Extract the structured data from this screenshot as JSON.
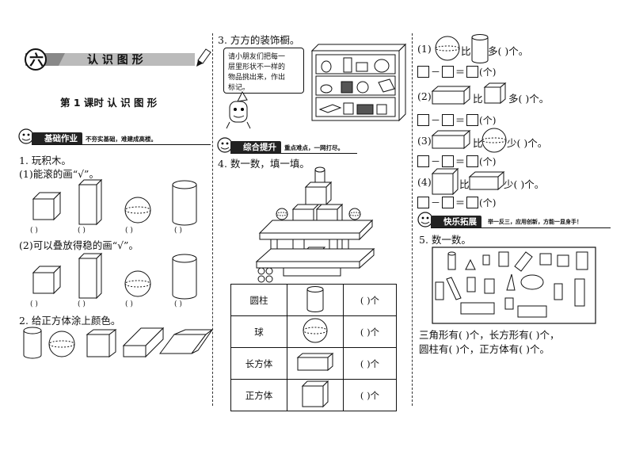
{
  "unit": {
    "number": "六",
    "title": "认 识 图 形"
  },
  "lesson": {
    "title": "第 1 课时   认 识 图 形"
  },
  "sections": {
    "basic": {
      "label": "基础作业",
      "subtitle": "不夯实基础，难建成高楼。"
    },
    "comprehensive": {
      "label": "综合提升",
      "subtitle": "重点难点，一网打尽。"
    },
    "extension": {
      "label": "快乐拓展",
      "subtitle": "举一反三，应用创新，方能一显身手！"
    }
  },
  "q1": {
    "title": "1. 玩积木。",
    "part1": "(1)能滚的画“√”。",
    "part2": "(2)可以叠放得稳的画“√”。",
    "answer_slot": "(    )"
  },
  "q2": {
    "title": "2. 给正方体涂上颜色。"
  },
  "q3": {
    "title": "3. 方方的装饰橱。",
    "bubble": [
      "请小朋友们把每一",
      "层里形状不一样的",
      "物品挑出来，作出",
      "标记。"
    ]
  },
  "q4": {
    "title": "4. 数一数，填一填。",
    "rows": [
      {
        "name": "圆柱",
        "blank": "(    )个"
      },
      {
        "name": "球",
        "blank": "(    )个"
      },
      {
        "name": "长方体",
        "blank": "(    )个"
      },
      {
        "name": "正方体",
        "blank": "(    )个"
      }
    ]
  },
  "right": {
    "c1": {
      "label": "(1)",
      "word1": "比",
      "word2": "多(     )个。",
      "eq_end": "(个)"
    },
    "c2": {
      "label": "(2)",
      "word1": "比",
      "word2": "多(     )个。",
      "eq_end": "(个)"
    },
    "c3": {
      "label": "(3)",
      "word1": "比",
      "word2": "少(     )个。",
      "eq_end": "(个)"
    },
    "c4": {
      "label": "(4)",
      "word1": "比",
      "word2": "少(     )个。",
      "eq_end": "(个)"
    },
    "eq_minus": "－",
    "eq_equals": "＝"
  },
  "q5": {
    "title": "5. 数一数。",
    "line1": "三角形有(     )个，长方形有(     )个，",
    "line2": "圆柱有(     )个，正方体有(     )个。"
  }
}
